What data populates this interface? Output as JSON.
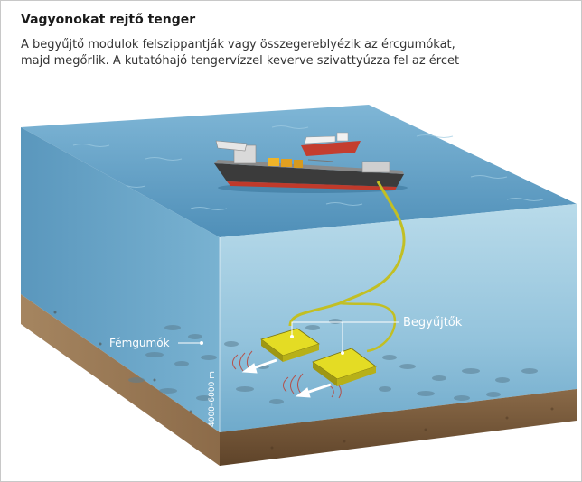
{
  "header": {
    "title": "Vagyonokat rejtő tenger",
    "subtitle_lines": [
      "A begyűjtő modulok felszippantják vagy összegereblyézik az ércgumókat,",
      "majd megőrlik. A kutatóhajó tengervízzel keverve szivattyúzza fel az ércet"
    ]
  },
  "labels": {
    "collectors": "Begyűjtők",
    "nodules": "Fémgumók",
    "depth": "4000–6000 m"
  },
  "colors": {
    "sea_surface": "#5f9fc4",
    "water_front": "#a5cfe3",
    "water_side": "#6ba7c8",
    "seabed": "#7a5c3c",
    "collector": "#d8d220",
    "pipe": "#b8b420",
    "wave_marks": "#c0392b"
  }
}
